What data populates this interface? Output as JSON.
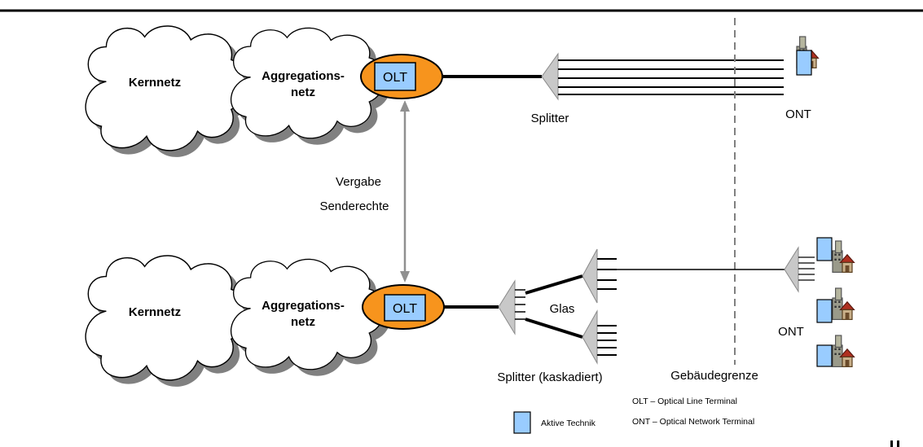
{
  "top": {
    "cloud_core_label": "Kernnetz",
    "cloud_agg_line1": "Aggregations-",
    "cloud_agg_line2": "netz",
    "olt_label": "OLT",
    "splitter_label": "Splitter",
    "ont_label": "ONT"
  },
  "middle": {
    "rights_line1": "Vergabe",
    "rights_line2": "Senderechte"
  },
  "bottom": {
    "cloud_core_label": "Kernnetz",
    "cloud_agg_line1": "Aggregations-",
    "cloud_agg_line2": "netz",
    "olt_label": "OLT",
    "glass_label": "Glas",
    "splitter_label": "Splitter (kaskadiert)",
    "building_boundary_label": "Gebäudegrenze",
    "ont_label": "ONT"
  },
  "legend": {
    "active_label": "Aktive Technik",
    "olt_def": "OLT – Optical Line Terminal",
    "ont_def": "ONT – Optical Network Terminal"
  },
  "colors": {
    "olt_fill": "#f7941d",
    "terminal_fill": "#99ccff",
    "splitter_fill": "#c8c8c8",
    "cloud_shadow": "#808080"
  }
}
